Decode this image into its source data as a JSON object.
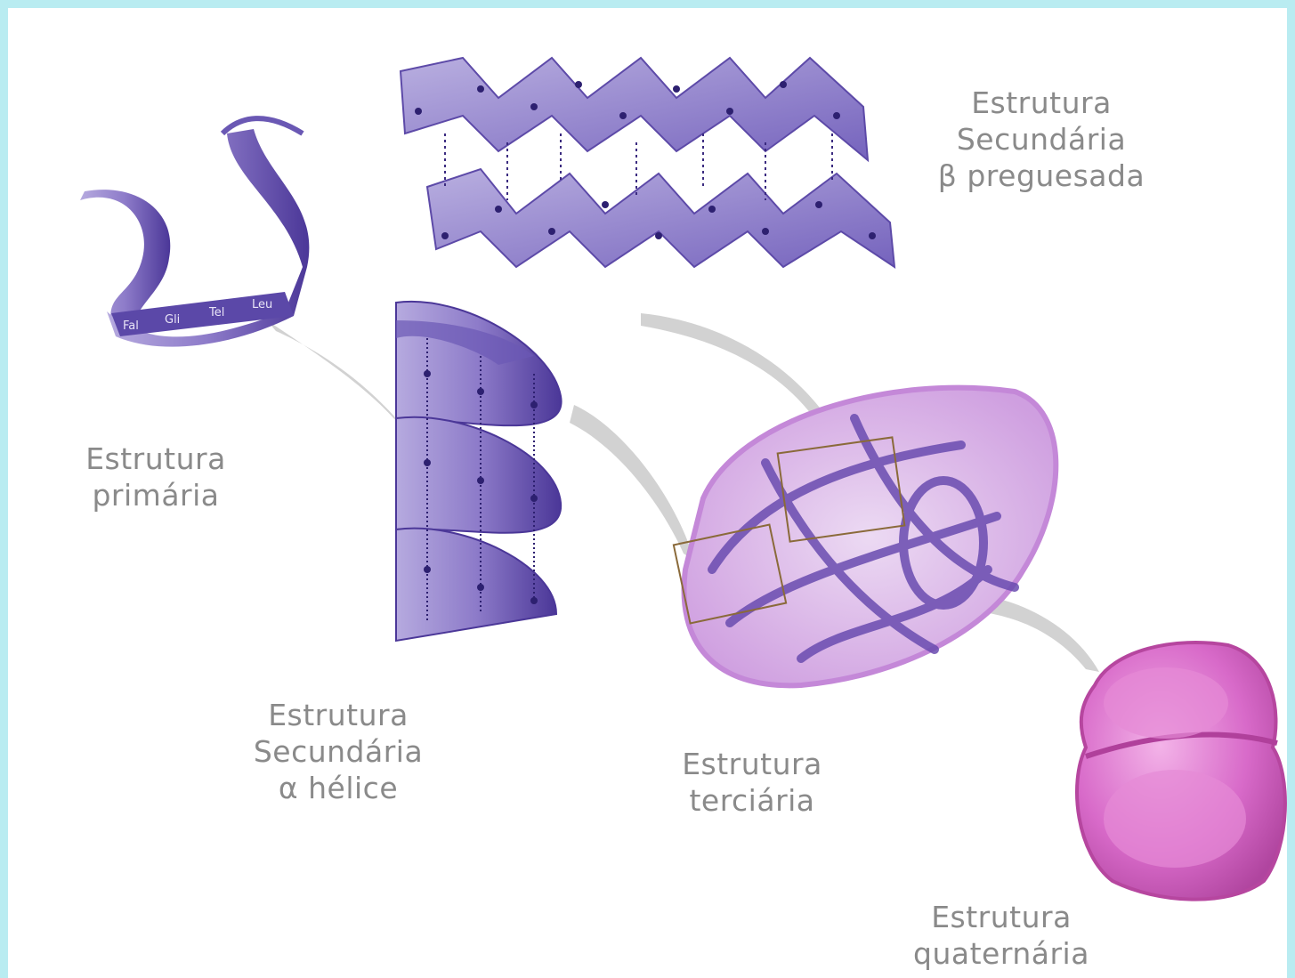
{
  "labels": {
    "primary": {
      "line1": "Estrutura",
      "line2": "primária"
    },
    "secondary_helix": {
      "line1": "Estrutura",
      "line2": "Secundária",
      "line3": "α hélice"
    },
    "secondary_sheet": {
      "line1": "Estrutura",
      "line2": "Secundária",
      "line3": "β preguesada"
    },
    "tertiary": {
      "line1": "Estrutura",
      "line2": "terciária"
    },
    "quaternary": {
      "line1": "Estrutura",
      "line2": "quaternária"
    }
  },
  "ribbon_residues": [
    "Fal",
    "Gli",
    "Tel",
    "Leu"
  ],
  "colors": {
    "frame": "#b9ecf1",
    "ribbon": "#8f7fc9",
    "ribbon_dark": "#4a3796",
    "connector": "#cfcfcf",
    "tertiary_fill": "#d9b8e6",
    "quaternary": "#d463c4",
    "label_text": "#8a8a8a"
  }
}
